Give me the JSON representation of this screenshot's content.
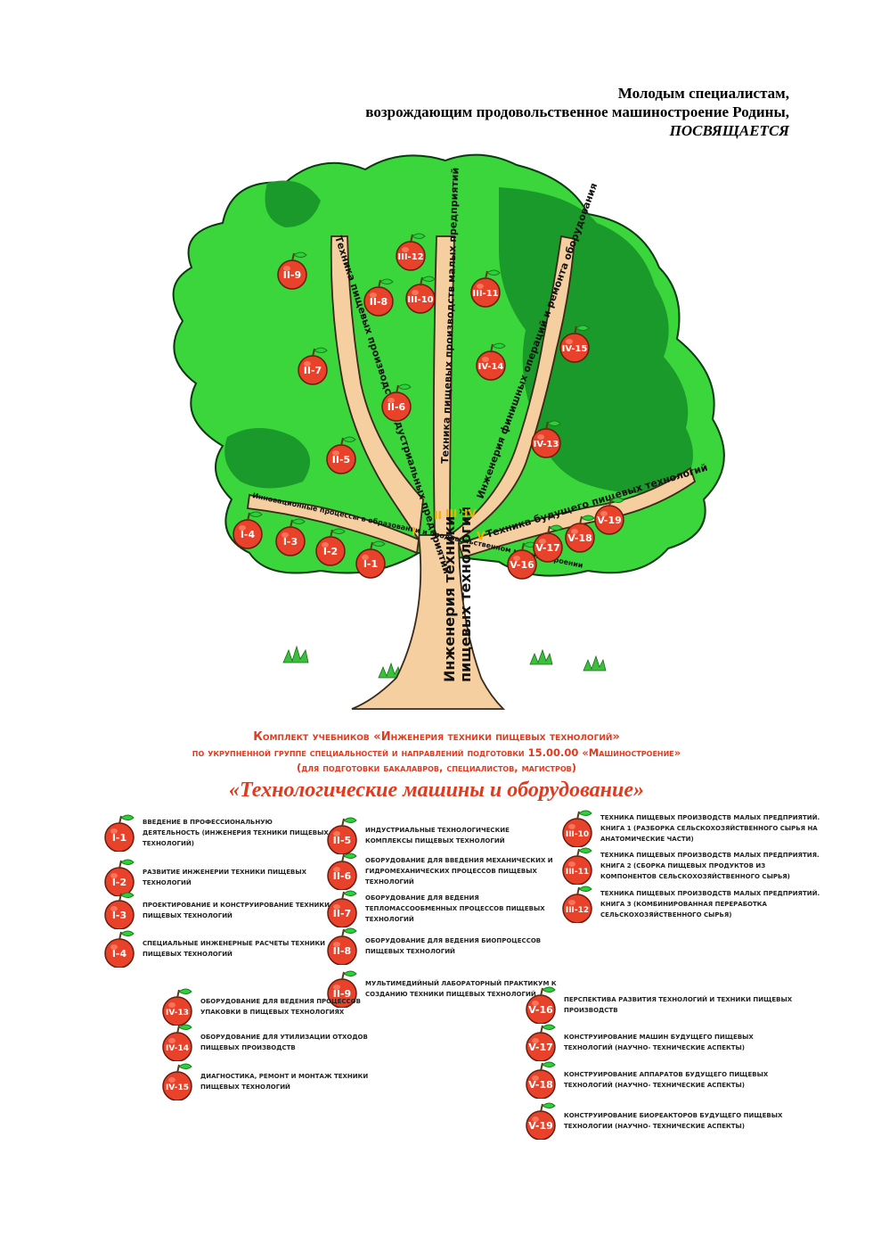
{
  "dedication": {
    "line1": "Молодым специалистам,",
    "line2": "возрождающим продовольственное машиностроение Родины,",
    "line3": "ПОСВЯЩАЕТСЯ"
  },
  "tree": {
    "trunk_label_1": "Инженерия техники",
    "trunk_label_2": "пищевых технологий",
    "branches": {
      "I": "Инновационные процессы в образовании и продовольственном машиностроении",
      "II": "Техника пищевых производств индустриальных предприятий",
      "III": "Техника пищевых производств малых предприятий",
      "IV": "Инженерия финишных операций и ремонта оборудования",
      "V": "Техника будущего пищевых технологий"
    },
    "roman": [
      "I",
      "II",
      "III",
      "IV",
      "V"
    ],
    "apples": [
      "I-1",
      "I-2",
      "I-3",
      "I-4",
      "II-5",
      "II-6",
      "II-7",
      "II-8",
      "II-9",
      "III-10",
      "III-11",
      "III-12",
      "IV-13",
      "IV-14",
      "IV-15",
      "V-16",
      "V-17",
      "V-18",
      "V-19"
    ]
  },
  "header": {
    "line1": "Комплект учебников «Инженерия техники пищевых технологий»",
    "line2": "по укрупненной группе специальностей и направлений подготовки 15.00.00 «Машиностроение»",
    "line3": "(для подготовки бакалавров, специалистов, магистров)"
  },
  "series_title": "«Технологические машины и оборудование»",
  "books": [
    {
      "code": "I-1",
      "title": "Введение в профессиональную деятельность (инженерия техники пищевых технологий)"
    },
    {
      "code": "I-2",
      "title": "Развитие инженерии техники пищевых технологий"
    },
    {
      "code": "I-3",
      "title": "Проектирование и конструирование техники пищевых технологий"
    },
    {
      "code": "I-4",
      "title": "Специальные инженерные расчеты техники пищевых технологий"
    },
    {
      "code": "II-5",
      "title": "Индустриальные технологические комплексы пищевых технологий"
    },
    {
      "code": "II-6",
      "title": "Оборудование для введения механических и гидромеханических процессов пищевых технологий"
    },
    {
      "code": "II-7",
      "title": "Оборудование для ведения тепломассообменных процессов пищевых технологий"
    },
    {
      "code": "II-8",
      "title": "Оборудование для ведения биопроцессов пищевых технологий"
    },
    {
      "code": "II-9",
      "title": "Мультимедийный лабораторный практикум к созданию техники пищевых технологий"
    },
    {
      "code": "III-10",
      "title": "Техника пищевых производств малых предприятий. Книга 1 (разборка сельскохозяйственного сырья на анатомические части)"
    },
    {
      "code": "III-11",
      "title": "Техника пищевых производств малых предприятия. Книга 2 (сборка пищевых продуктов из компонентов сельскохозяйственного сырья)"
    },
    {
      "code": "III-12",
      "title": "Техника пищевых производств малых предприятий. Книга 3 (комбинированная переработка сельскохозяйственного сырья)"
    },
    {
      "code": "IV-13",
      "title": "Оборудование для ведения процессов упаковки в пищевых технологиях"
    },
    {
      "code": "IV-14",
      "title": "Оборудование для утилизации отходов пищевых производств"
    },
    {
      "code": "IV-15",
      "title": "Диагностика, ремонт и монтаж техники пищевых технологий"
    },
    {
      "code": "V-16",
      "title": "Перспектива развития технологий и техники пищевых производств"
    },
    {
      "code": "V-17",
      "title": "Конструирование машин будущего пищевых технологий (научно- технические аспекты)"
    },
    {
      "code": "V-18",
      "title": "Конструирование аппаратов будущего пищевых технологий (научно- технические аспекты)"
    },
    {
      "code": "V-19",
      "title": "Конструирование биореакторов будущего пищевых технологии (научно- технические аспекты)"
    }
  ],
  "colors": {
    "apple": "#e8432a",
    "leaf": "#2cd13a",
    "foliage": "#3ad63c",
    "foliage_dark": "#1a9a2a",
    "trunk": "#f5cfa0",
    "accent_text": "#e23a1e"
  }
}
